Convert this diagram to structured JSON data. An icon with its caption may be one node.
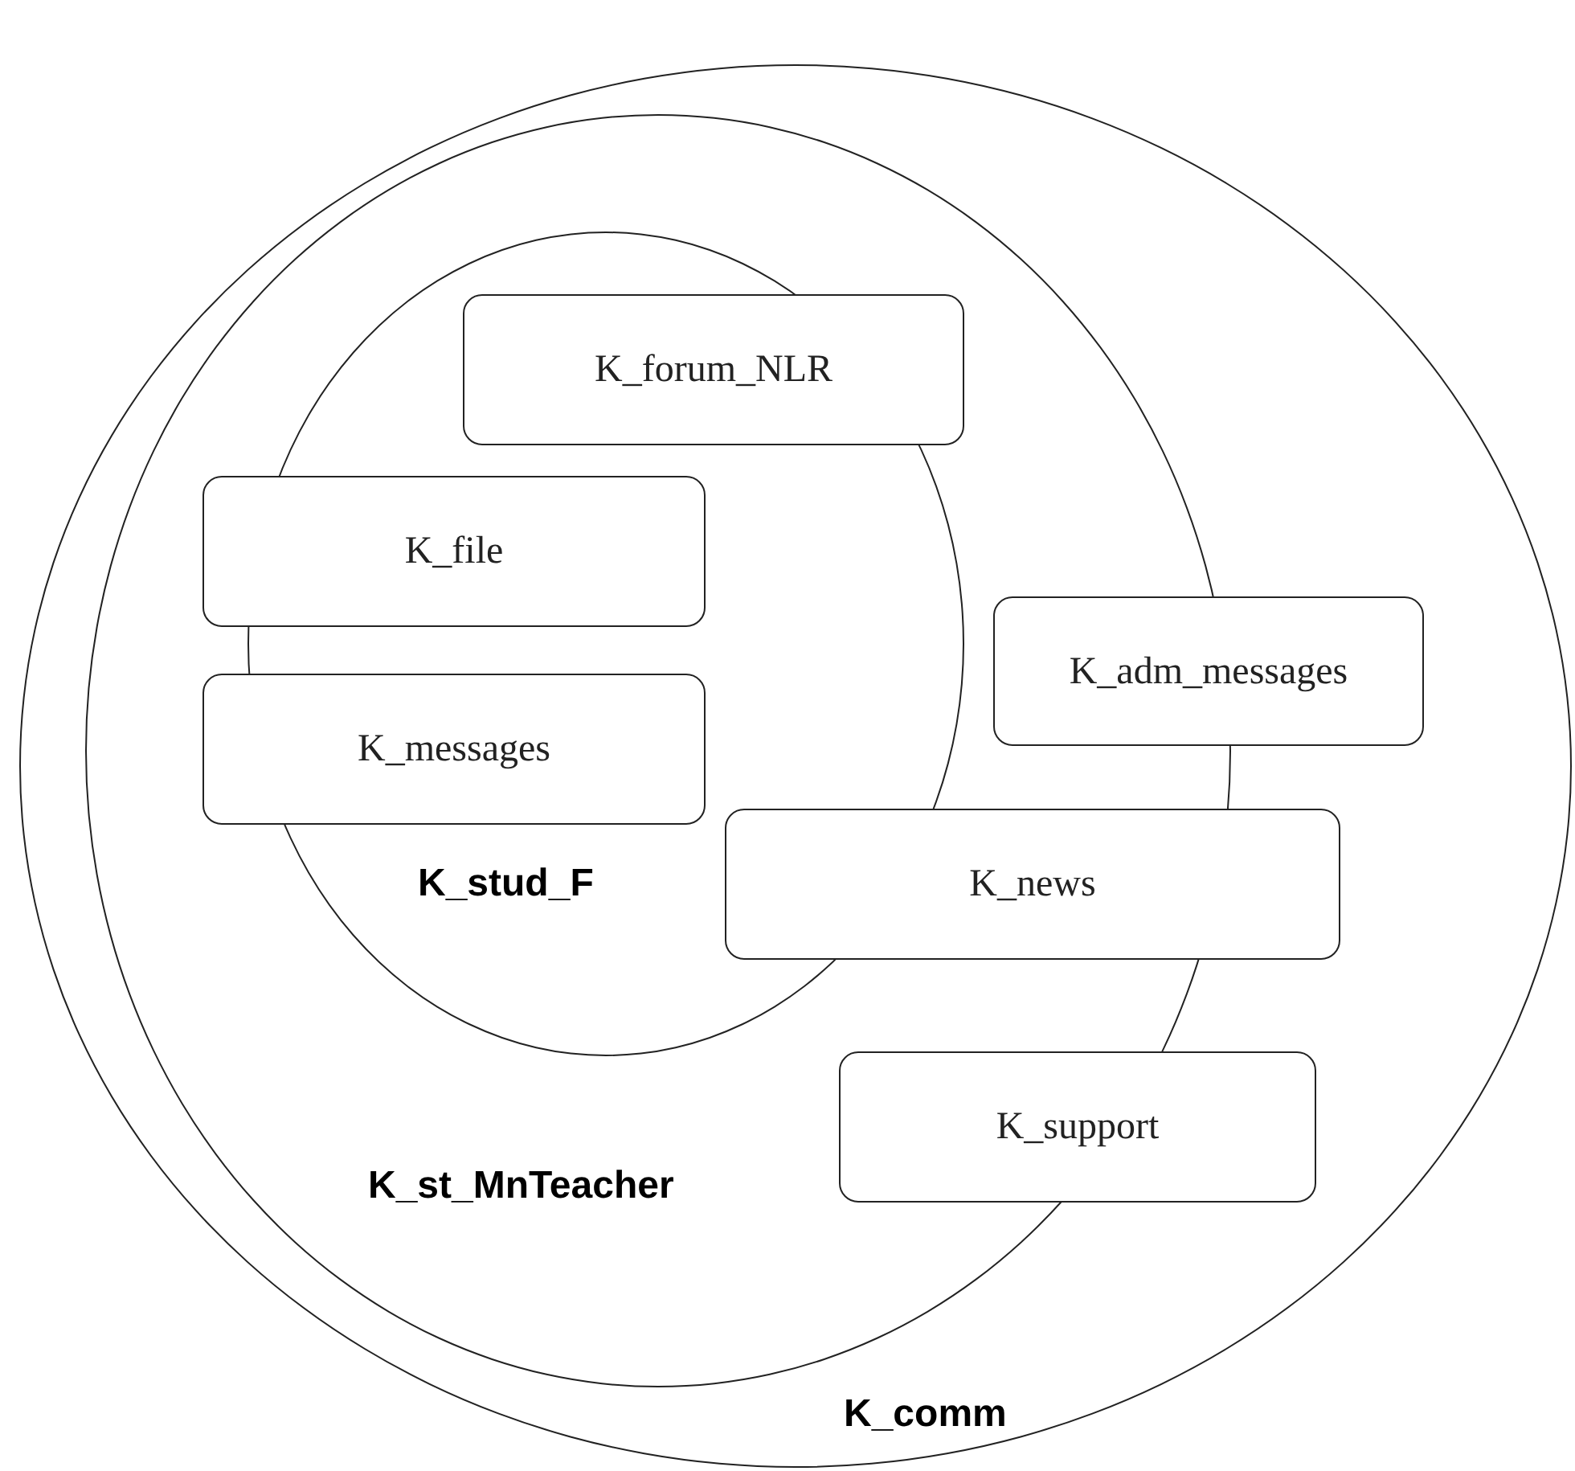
{
  "diagram": {
    "nodes": [
      {
        "text": [
          "K_comm"
        ]
      },
      {
        "text": [
          "K_st_MnTeacher"
        ],
        "in": 0
      },
      {
        "text": [
          "K_stud_F"
        ],
        "in": 1
      },
      {
        "text": [
          "K_forum_NLR"
        ],
        "in": 2
      },
      {
        "text": [
          "K_file"
        ],
        "in": 1
      },
      {
        "text": [
          "K_adm_messages"
        ],
        "in": 0
      },
      {
        "text": [
          "K_messages"
        ],
        "in": 1
      },
      {
        "text": [
          "K_news"
        ],
        "in": 0
      },
      {
        "text": [
          "K_support"
        ],
        "in": 0
      }
    ]
  }
}
